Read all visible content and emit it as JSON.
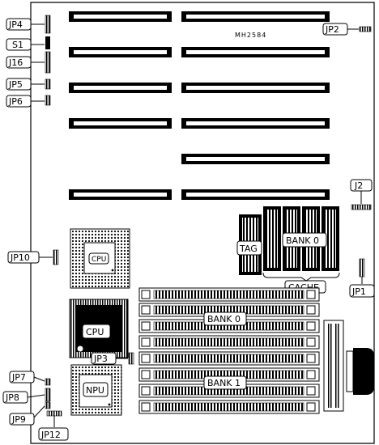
{
  "board": {
    "model": "MH2584",
    "labels": {
      "jp4": "JP4",
      "s1": "S1",
      "j16": "J16",
      "jp5": "JP5",
      "jp6": "JP6",
      "jp2": "JP2",
      "j2": "J2",
      "jp10": "JP10",
      "jp1": "JP1",
      "jp3": "JP3",
      "jp7": "JP7",
      "jp8": "JP8",
      "jp9": "JP9",
      "jp12": "JP12",
      "tag": "TAG",
      "bank0_cache": "BANK 0",
      "cache": "CACHE",
      "bank0_simm": "BANK 0",
      "bank1_simm": "BANK 1",
      "cpu_socket": "CPU",
      "cpu": "CPU",
      "npu": "NPU"
    }
  }
}
